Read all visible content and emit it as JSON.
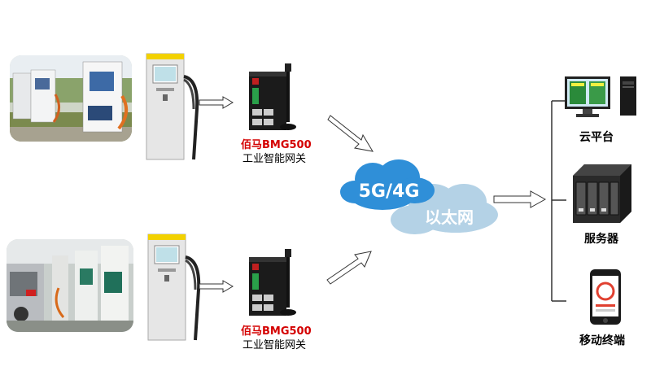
{
  "gateway_top": {
    "model": "佰马BMG500",
    "desc": "工业智能网关"
  },
  "gateway_bottom": {
    "model": "佰马BMG500",
    "desc": "工业智能网关"
  },
  "cloud": {
    "line1": "5G/4G",
    "line2": "以太网"
  },
  "destinations": [
    {
      "label": "云平台",
      "icon": "desktop-computer-icon"
    },
    {
      "label": "服务器",
      "icon": "nas-server-icon"
    },
    {
      "label": "移动终端",
      "icon": "smartphone-icon"
    }
  ],
  "colors": {
    "accent_red": "#d40000",
    "cloud_blue": "#2f8fd8",
    "cloud_light": "#b4d2e6"
  }
}
